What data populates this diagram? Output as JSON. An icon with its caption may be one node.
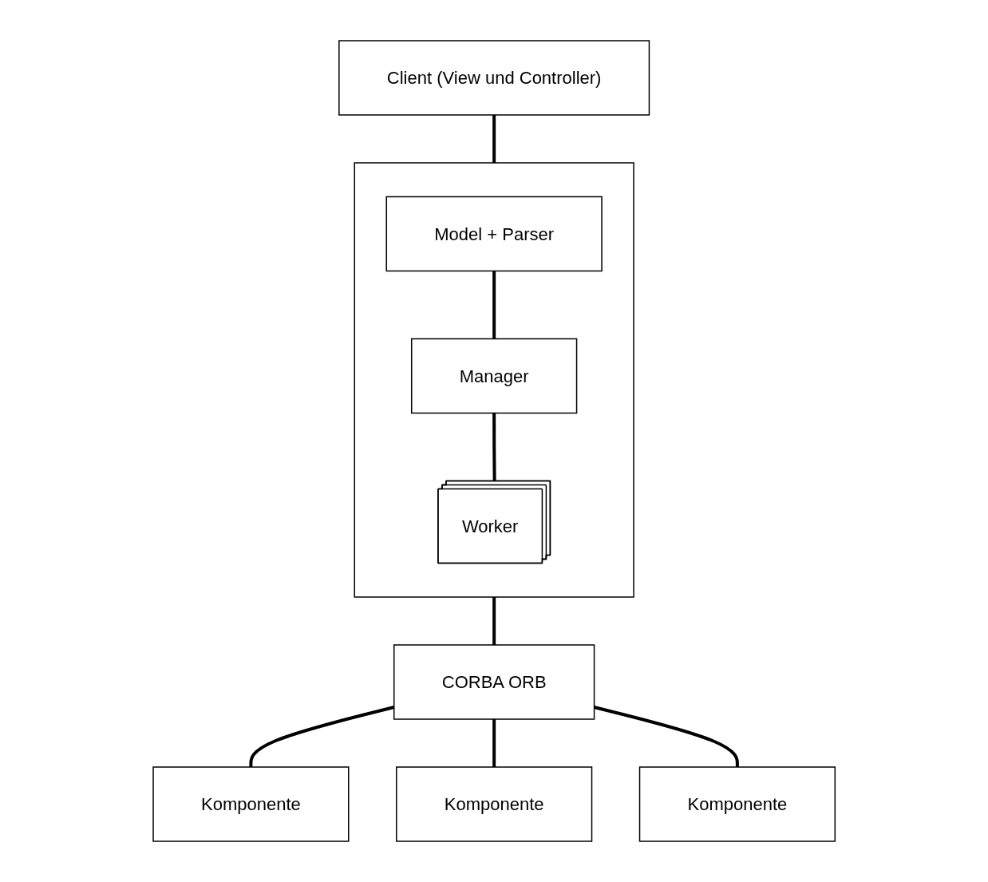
{
  "diagram": {
    "nodes": [
      {
        "text": [
          "Client (View und Controller)"
        ]
      },
      {
        "text": [],
        "shape": "box"
      },
      {
        "text": [
          "Model + Parser"
        ],
        "in": 1
      },
      {
        "text": [
          "Manager"
        ],
        "in": 1
      },
      {
        "text": [
          "Worker"
        ],
        "in": 1
      },
      {
        "text": [
          "CORBA ORB"
        ]
      },
      {
        "text": [
          "Komponente"
        ]
      },
      {
        "text": [
          "Komponente"
        ]
      },
      {
        "text": [
          "Komponente"
        ]
      }
    ],
    "edges": [
      {
        "from": 0,
        "to": 1,
        "arrow": "none"
      },
      {
        "from": 2,
        "to": 3,
        "arrow": "none"
      },
      {
        "from": 3,
        "to": 4,
        "arrow": "none"
      },
      {
        "from": 1,
        "to": 5,
        "arrow": "none"
      },
      {
        "from": 5,
        "to": 6,
        "arrow": "none"
      },
      {
        "from": 5,
        "to": 7,
        "arrow": "none"
      },
      {
        "from": 5,
        "to": 8,
        "arrow": "none"
      }
    ]
  }
}
